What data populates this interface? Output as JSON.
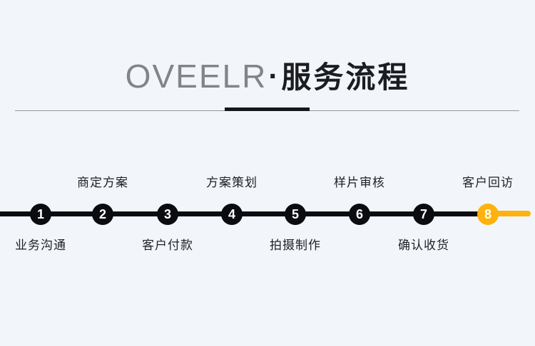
{
  "header": {
    "brand": "OVEELR",
    "separator": "·",
    "title": "服务流程"
  },
  "timeline": {
    "line_color": "#0b0c10",
    "accent_color": "#ffb20d",
    "steps": [
      {
        "number": "1",
        "label": "业务沟通",
        "label_position": "below",
        "highlighted": false
      },
      {
        "number": "2",
        "label": "商定方案",
        "label_position": "above",
        "highlighted": false
      },
      {
        "number": "3",
        "label": "客户付款",
        "label_position": "below",
        "highlighted": false
      },
      {
        "number": "4",
        "label": "方案策划",
        "label_position": "above",
        "highlighted": false
      },
      {
        "number": "5",
        "label": "拍摄制作",
        "label_position": "below",
        "highlighted": false
      },
      {
        "number": "6",
        "label": "样片审核",
        "label_position": "above",
        "highlighted": false
      },
      {
        "number": "7",
        "label": "确认收货",
        "label_position": "below",
        "highlighted": false
      },
      {
        "number": "8",
        "label": "客户回访",
        "label_position": "above",
        "highlighted": true
      }
    ]
  }
}
